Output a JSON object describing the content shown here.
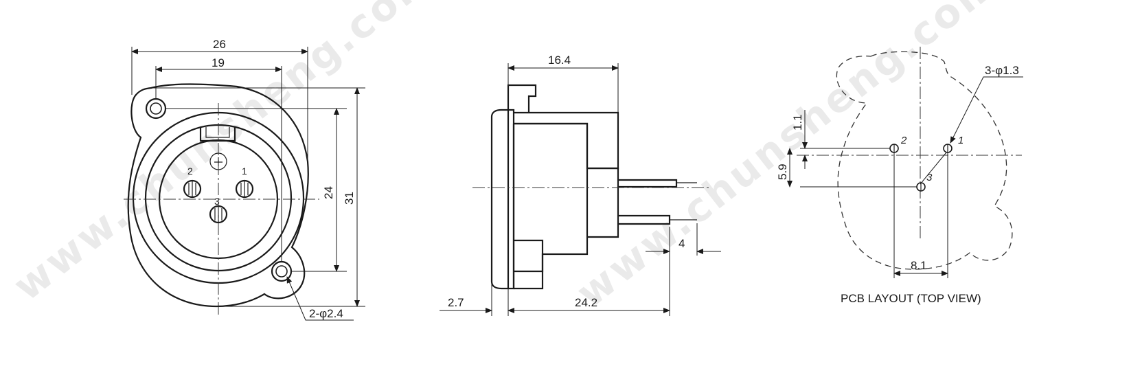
{
  "watermark": "www.chunsheng.com",
  "front_view": {
    "dim_overall_width": "26",
    "dim_inner_width": "19",
    "dim_mount_height": "24",
    "dim_overall_height": "31",
    "dim_mount_holes": "2-φ2.4",
    "pin_1": "1",
    "pin_2": "2",
    "pin_3": "3"
  },
  "side_view": {
    "dim_body_depth": "16.4",
    "dim_pin_length": "4",
    "dim_flange": "2.7",
    "dim_total_depth": "24.2"
  },
  "pcb_layout": {
    "title": "PCB LAYOUT (TOP VIEW)",
    "dim_hole_size": "3-φ1.3",
    "dim_vertical_1": "1.1",
    "dim_vertical_2": "5.9",
    "dim_horizontal": "8.1",
    "pin_1": "1",
    "pin_2": "2",
    "pin_3": "3"
  },
  "colors": {
    "line": "#1a1a1a",
    "watermark": "#d9d9d9",
    "background": "#ffffff"
  }
}
